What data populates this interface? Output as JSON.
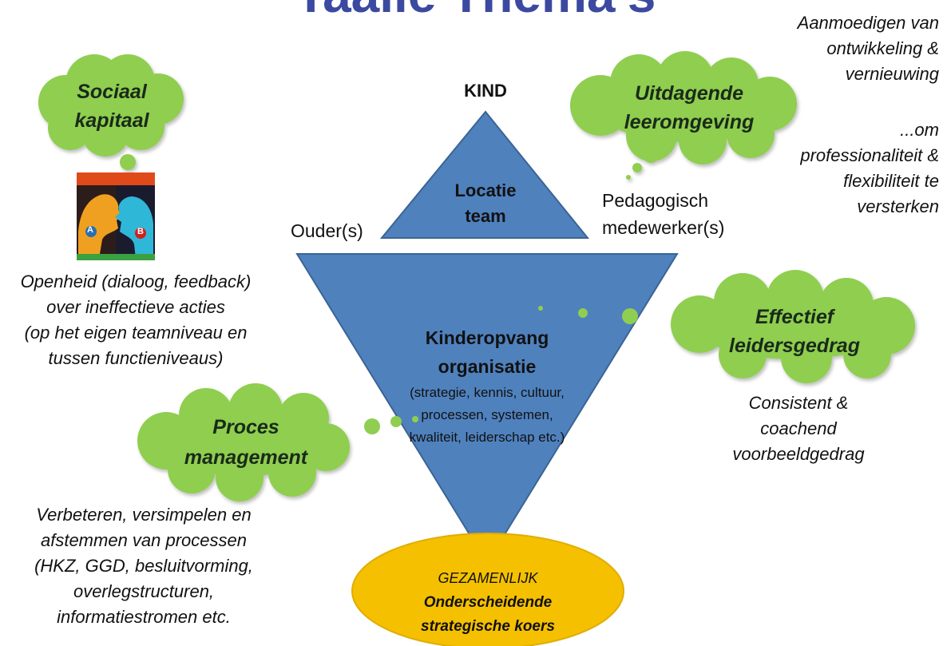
{
  "header": {
    "title": "Taalle Thema's"
  },
  "triangle": {
    "apex": "KIND",
    "center_line1": "Locatie",
    "center_line2": "team",
    "left": "Ouder(s)",
    "right_line1": "Pedagogisch",
    "right_line2": "medewerker(s)"
  },
  "funnel": {
    "line1": "Kinderopvang",
    "line2": "organisatie",
    "sub1": "(strategie, kennis, cultuur,",
    "sub2": "processen, systemen,",
    "sub3": "kwaliteit, leiderschap etc.)"
  },
  "goal": {
    "line1": "GEZAMENLIJK",
    "line2": "Onderscheidende",
    "line3": "strategische koers"
  },
  "clouds": {
    "sociaal": {
      "line1": "Sociaal",
      "line2": "kapitaal"
    },
    "uitdagende": {
      "line1": "Uitdagende",
      "line2": "leeromgeving"
    },
    "effectief": {
      "line1": "Effectief",
      "line2": "leidersgedrag"
    },
    "proces": {
      "line1": "Proces",
      "line2": "management"
    }
  },
  "texts": {
    "top_right": [
      "Aanmoedigen van",
      "ontwikkeling &",
      "vernieuwing"
    ],
    "mid_right": [
      "...om",
      "professionaliteit &",
      "flexibiliteit te",
      "versterken"
    ],
    "openheid": [
      "Openheid (dialoog, feedback)",
      "over ineffectieve acties",
      "(op het eigen teamniveau en",
      "tussen functieniveaus)"
    ],
    "consistent": [
      "Consistent &",
      "coachend",
      "voorbeeldgedrag"
    ],
    "verbeteren": [
      "Verbeteren, versimpelen en",
      "afstemmen van processen",
      "(HKZ, GGD, besluitvorming,",
      "overlegstructuren,",
      "informatiestromen etc."
    ]
  },
  "icons": {
    "picture": "two-faces-dialogue-illustration",
    "badge_a": "A",
    "badge_b": "B"
  },
  "colors": {
    "title": "#3b4aa0",
    "shape_blue": "#4f81bd",
    "cloud_green": "#8fce50",
    "goal_yellow": "#f5c000"
  }
}
